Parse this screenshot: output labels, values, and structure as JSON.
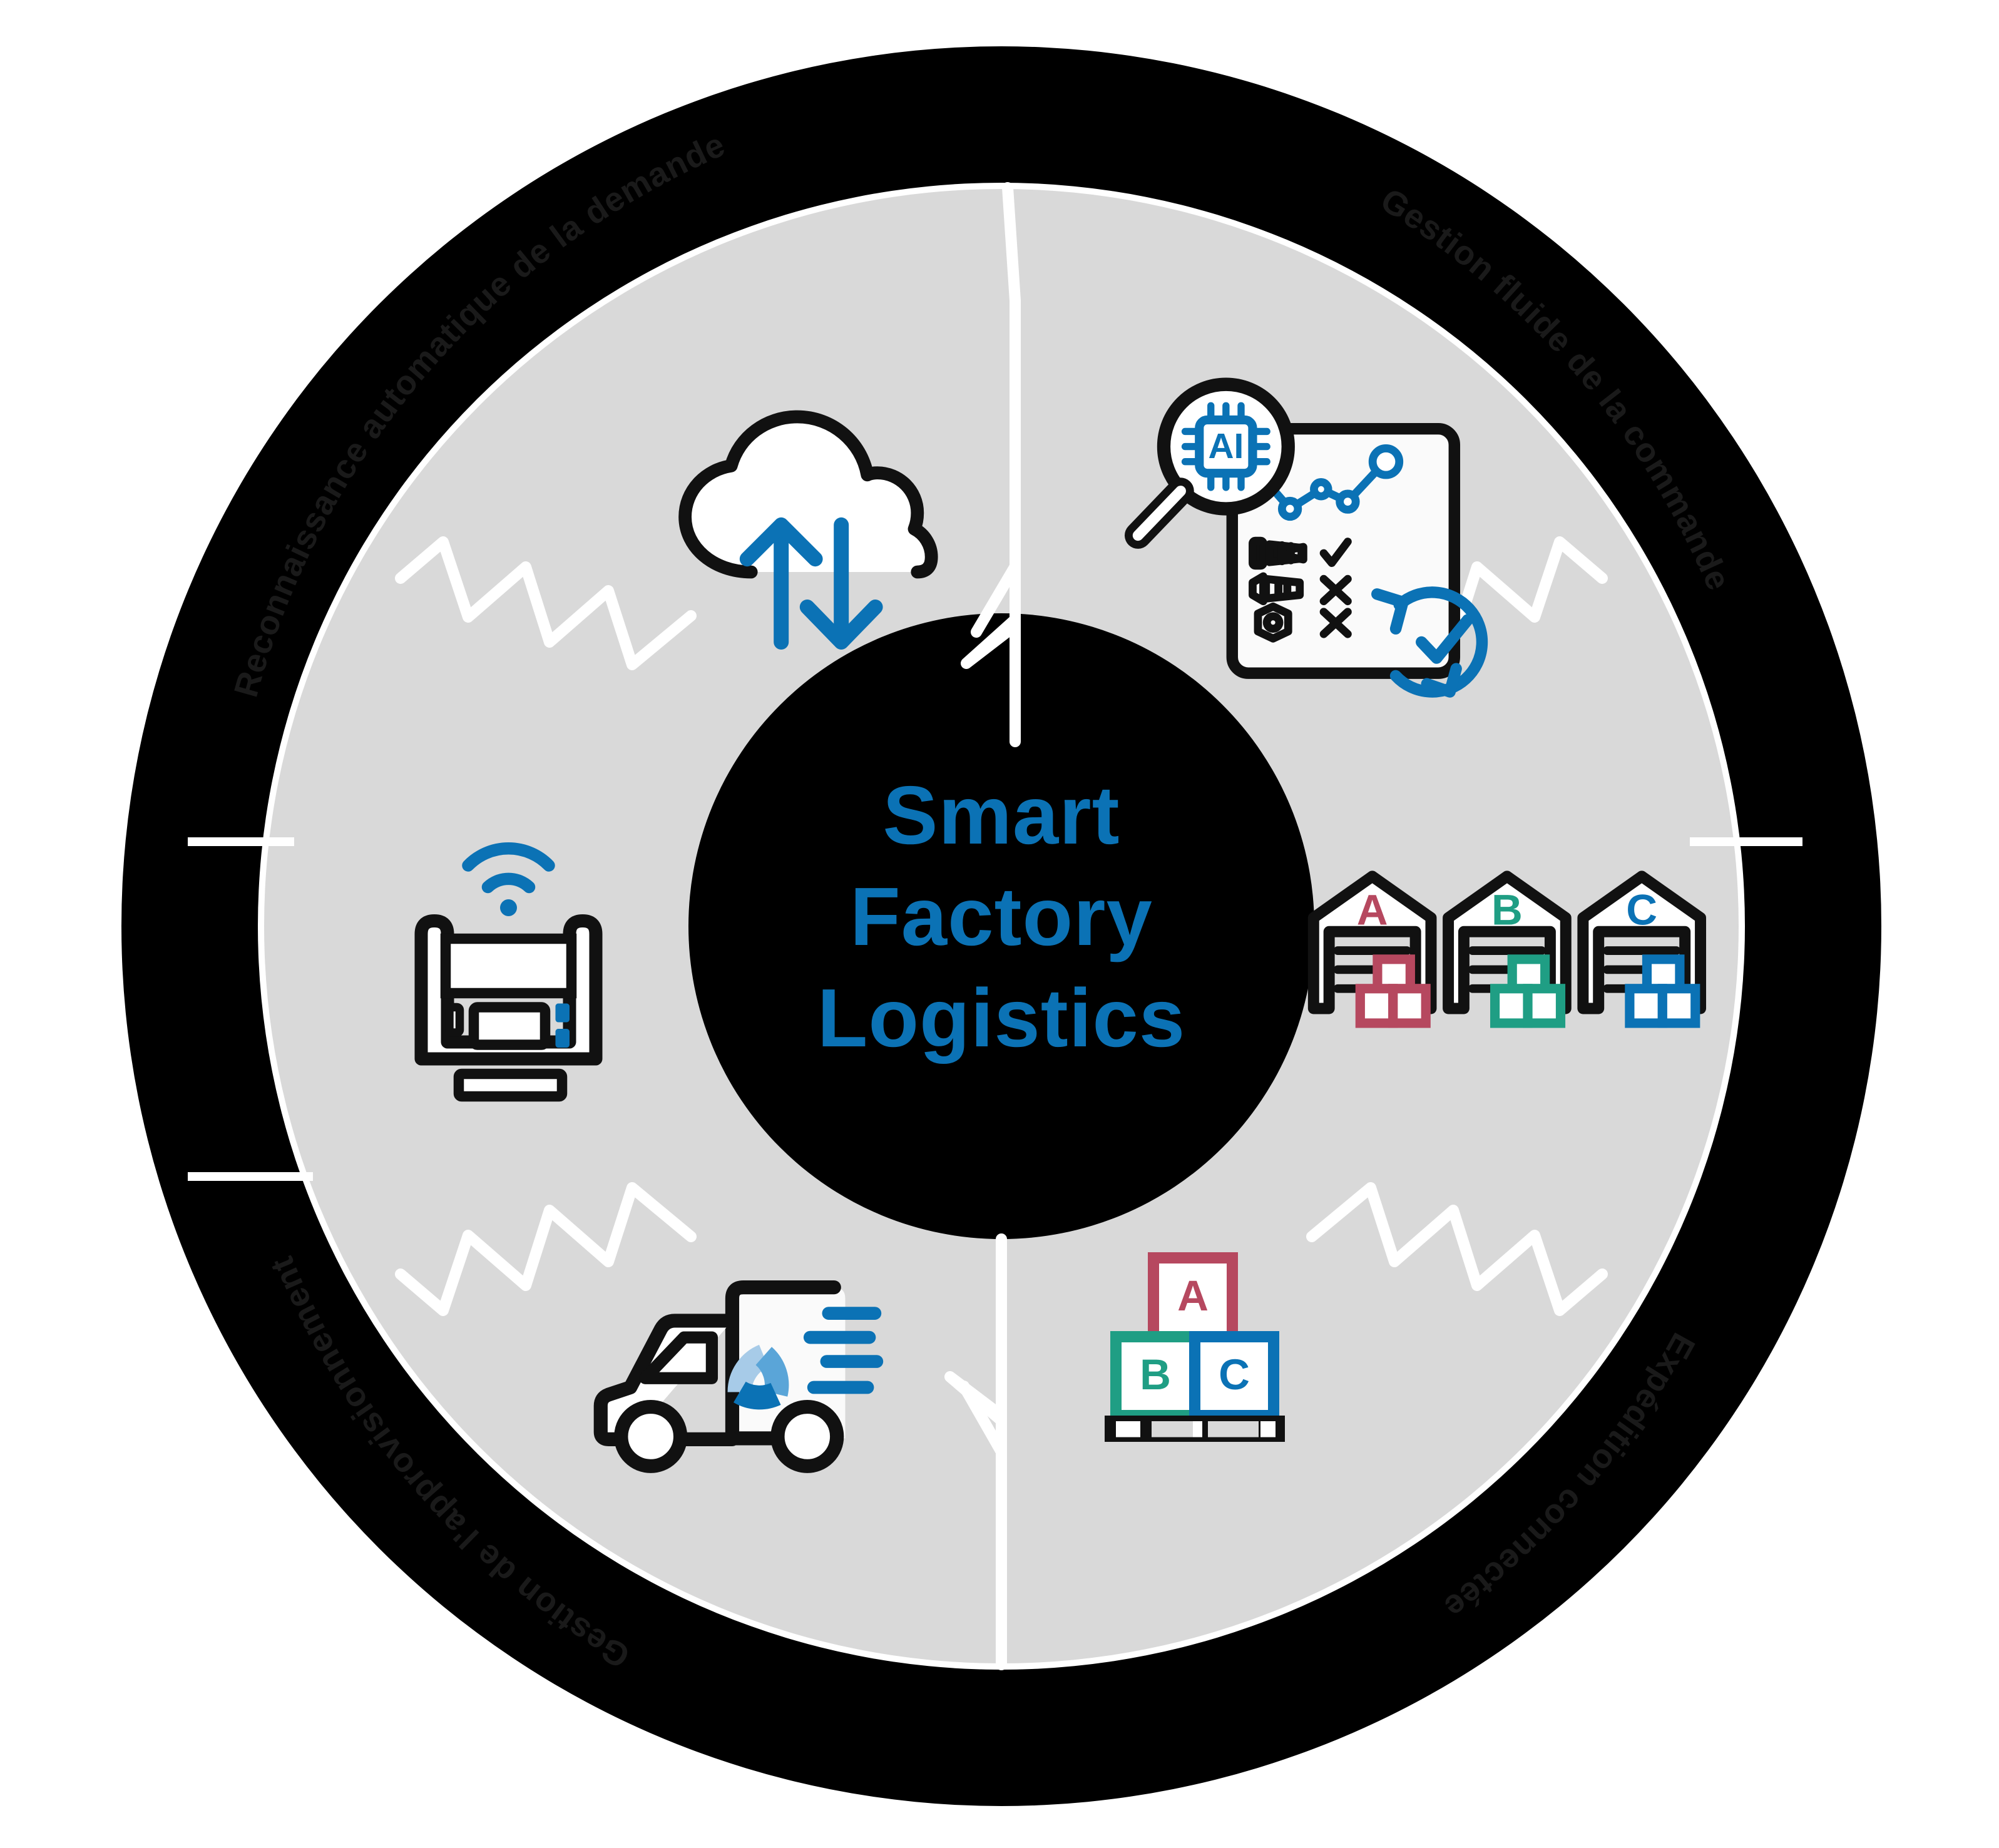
{
  "diagram": {
    "type": "circular-process-wheel",
    "center": {
      "title_lines": [
        "Smart",
        "Factory",
        "Logistics"
      ],
      "title_full": "Smart Factory Logistics",
      "text_color": "#0b72b5",
      "background_color": "#000000"
    },
    "colors": {
      "outer_ring": "#000000",
      "inner_ring": "#d9d9d9",
      "hub": "#000000",
      "divider": "#ffffff",
      "accent_blue": "#0b72b5",
      "accent_blue_light": "#3f96d1",
      "accent_crimson": "#b6485f",
      "accent_teal": "#1f9e84",
      "icon_outline": "#111111",
      "label_text": "#1a1a1a",
      "page_background": "#ffffff"
    },
    "quadrants": [
      {
        "id": "q1",
        "position": "top-left",
        "outer_label": "Reconnaissance automatique de la demande",
        "icon_name": "cloud-sync-icon",
        "icon_description": "Cloud with up and down arrows"
      },
      {
        "id": "q2",
        "position": "top-right",
        "outer_label": "Gestion fluide de la commande",
        "icon_name": "ai-analysis-icon",
        "icon_description": "Magnifier with AI chip, checklist with parts, trend line, refresh check"
      },
      {
        "id": "q3",
        "position": "bottom-right",
        "outer_label": "Expédition connectée",
        "icon_name": "pallet-boxes-icon",
        "icon_description": "Pallet with stacked boxes A, B, C"
      },
      {
        "id": "q4",
        "position": "bottom-left",
        "outer_label": "Gestion de l'approvisionnement",
        "icon_name": "delivery-truck-icon",
        "icon_description": "Fast delivery truck with progress donut and speed lines"
      }
    ],
    "inner_icons": [
      {
        "id": "icon-cloud",
        "name": "cloud-sync-icon",
        "position": "top-left",
        "labels": []
      },
      {
        "id": "icon-ai",
        "name": "ai-analysis-icon",
        "position": "top-right",
        "labels": [
          "AI"
        ]
      },
      {
        "id": "icon-machine",
        "name": "connected-machine-icon",
        "position": "left",
        "labels": []
      },
      {
        "id": "icon-warehouses",
        "name": "warehouse-abc-icon",
        "position": "right",
        "labels": [
          "A",
          "B",
          "C"
        ]
      },
      {
        "id": "icon-truck",
        "name": "delivery-truck-icon",
        "position": "bottom-left",
        "labels": []
      },
      {
        "id": "icon-pallet",
        "name": "pallet-boxes-icon",
        "position": "bottom-right",
        "labels": [
          "A",
          "B",
          "C"
        ]
      }
    ],
    "warehouse_letters": [
      "A",
      "B",
      "C"
    ],
    "pallet_letters": {
      "top": "A",
      "bottom_left": "B",
      "bottom_right": "C"
    },
    "ai_chip_label": "AI"
  }
}
